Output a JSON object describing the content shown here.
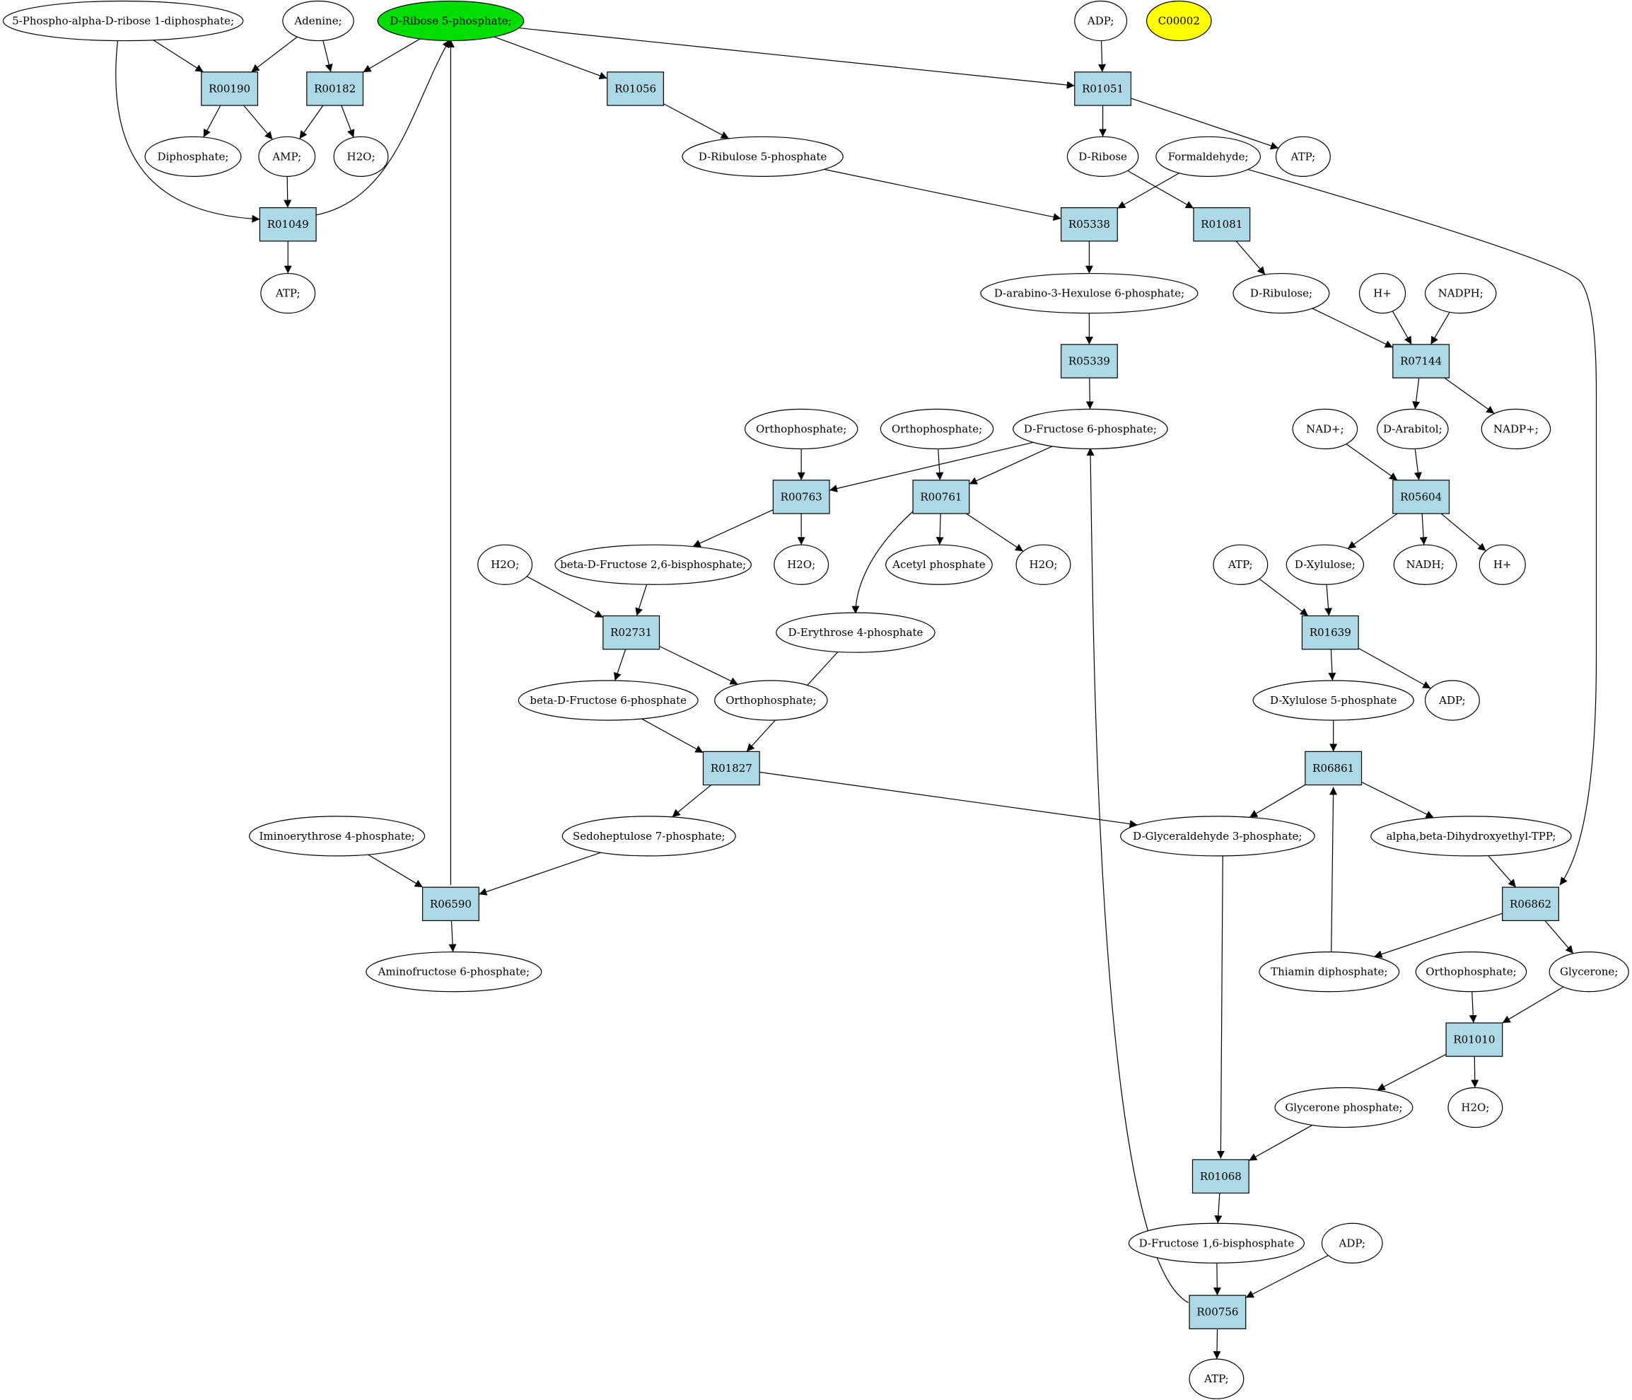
{
  "colors": {
    "highlight": "#00dd00",
    "query": "#ffff00",
    "reaction_fill": "#add8e6",
    "molecule_fill": "#ffffff"
  },
  "molecules": [
    {
      "id": "m_prpp",
      "label": "5-Phospho-alpha-D-ribose 1-diphosphate;"
    },
    {
      "id": "m_adenine",
      "label": "Adenine;"
    },
    {
      "id": "m_r5p",
      "label": "D-Ribose 5-phosphate;",
      "style": "highlight"
    },
    {
      "id": "m_adp1",
      "label": "ADP;"
    },
    {
      "id": "m_c00002",
      "label": "C00002",
      "style": "query"
    },
    {
      "id": "m_diphos",
      "label": "Diphosphate;"
    },
    {
      "id": "m_amp",
      "label": "AMP;"
    },
    {
      "id": "m_h2o1",
      "label": "H2O;"
    },
    {
      "id": "m_ru5p",
      "label": "D-Ribulose 5-phosphate"
    },
    {
      "id": "m_dribose",
      "label": "D-Ribose"
    },
    {
      "id": "m_formald",
      "label": "Formaldehyde;"
    },
    {
      "id": "m_atp1",
      "label": "ATP;"
    },
    {
      "id": "m_atp2",
      "label": "ATP;"
    },
    {
      "id": "m_hexulose",
      "label": "D-arabino-3-Hexulose 6-phosphate;"
    },
    {
      "id": "m_ribulose",
      "label": "D-Ribulose;"
    },
    {
      "id": "m_hplus1",
      "label": "H+"
    },
    {
      "id": "m_nadph",
      "label": "NADPH;"
    },
    {
      "id": "m_orthoA",
      "label": "Orthophosphate;"
    },
    {
      "id": "m_orthoB",
      "label": "Orthophosphate;"
    },
    {
      "id": "m_f6p",
      "label": "D-Fructose 6-phosphate;"
    },
    {
      "id": "m_nadplus",
      "label": "NAD+;"
    },
    {
      "id": "m_arabitol",
      "label": "D-Arabitol;"
    },
    {
      "id": "m_nadpplus",
      "label": "NADP+;"
    },
    {
      "id": "m_h2o2",
      "label": "H2O;"
    },
    {
      "id": "m_bf26",
      "label": "beta-D-Fructose 2,6-bisphosphate;"
    },
    {
      "id": "m_h2o3",
      "label": "H2O;"
    },
    {
      "id": "m_acetylp",
      "label": "Acetyl phosphate"
    },
    {
      "id": "m_h2o4",
      "label": "H2O;"
    },
    {
      "id": "m_atp3",
      "label": "ATP;"
    },
    {
      "id": "m_xylulose",
      "label": "D-Xylulose;"
    },
    {
      "id": "m_nadh",
      "label": "NADH;"
    },
    {
      "id": "m_hplus2",
      "label": "H+"
    },
    {
      "id": "m_e4p",
      "label": "D-Erythrose 4-phosphate"
    },
    {
      "id": "m_bf6p",
      "label": "beta-D-Fructose 6-phosphate"
    },
    {
      "id": "m_orthoC",
      "label": "Orthophosphate;"
    },
    {
      "id": "m_x5p",
      "label": "D-Xylulose 5-phosphate"
    },
    {
      "id": "m_adp2",
      "label": "ADP;"
    },
    {
      "id": "m_imino",
      "label": "Iminoerythrose 4-phosphate;"
    },
    {
      "id": "m_s7p",
      "label": "Sedoheptulose 7-phosphate;"
    },
    {
      "id": "m_g3p",
      "label": "D-Glyceraldehyde 3-phosphate;"
    },
    {
      "id": "m_adhtpp",
      "label": "alpha,beta-Dihydroxyethyl-TPP;"
    },
    {
      "id": "m_aminof6p",
      "label": "Aminofructose 6-phosphate;"
    },
    {
      "id": "m_tpp",
      "label": "Thiamin diphosphate;"
    },
    {
      "id": "m_orthoD",
      "label": "Orthophosphate;"
    },
    {
      "id": "m_glycerone",
      "label": "Glycerone;"
    },
    {
      "id": "m_dhap",
      "label": "Glycerone phosphate;"
    },
    {
      "id": "m_h2o5",
      "label": "H2O;"
    },
    {
      "id": "m_fbp",
      "label": "D-Fructose 1,6-bisphosphate"
    },
    {
      "id": "m_adp3",
      "label": "ADP;"
    },
    {
      "id": "m_atp4",
      "label": "ATP;"
    }
  ],
  "reactions": [
    {
      "id": "r_R00190",
      "label": "R00190"
    },
    {
      "id": "r_R00182",
      "label": "R00182"
    },
    {
      "id": "r_R01056",
      "label": "R01056"
    },
    {
      "id": "r_R01051",
      "label": "R01051"
    },
    {
      "id": "r_R01049",
      "label": "R01049"
    },
    {
      "id": "r_R05338",
      "label": "R05338"
    },
    {
      "id": "r_R01081",
      "label": "R01081"
    },
    {
      "id": "r_R05339",
      "label": "R05339"
    },
    {
      "id": "r_R07144",
      "label": "R07144"
    },
    {
      "id": "r_R00763",
      "label": "R00763"
    },
    {
      "id": "r_R00761",
      "label": "R00761"
    },
    {
      "id": "r_R05604",
      "label": "R05604"
    },
    {
      "id": "r_R02731",
      "label": "R02731"
    },
    {
      "id": "r_R01639",
      "label": "R01639"
    },
    {
      "id": "r_R01827",
      "label": "R01827"
    },
    {
      "id": "r_R06861",
      "label": "R06861"
    },
    {
      "id": "r_R06590",
      "label": "R06590"
    },
    {
      "id": "r_R06862",
      "label": "R06862"
    },
    {
      "id": "r_R01010",
      "label": "R01010"
    },
    {
      "id": "r_R01068",
      "label": "R01068"
    },
    {
      "id": "r_R00756",
      "label": "R00756"
    }
  ],
  "edges": [
    [
      "m_prpp",
      "r_R00190"
    ],
    [
      "m_adenine",
      "r_R00190"
    ],
    [
      "m_adenine",
      "r_R00182"
    ],
    [
      "m_r5p",
      "r_R00182"
    ],
    [
      "m_r5p",
      "r_R01056"
    ],
    [
      "m_r5p",
      "r_R01051"
    ],
    [
      "m_adp1",
      "r_R01051"
    ],
    [
      "r_R00190",
      "m_diphos"
    ],
    [
      "r_R00190",
      "m_amp"
    ],
    [
      "r_R00182",
      "m_amp"
    ],
    [
      "r_R00182",
      "m_h2o1"
    ],
    [
      "m_amp",
      "r_R01049"
    ],
    [
      "m_prpp",
      "r_R01049"
    ],
    [
      "r_R01049",
      "m_r5p"
    ],
    [
      "r_R01049",
      "m_atp2"
    ],
    [
      "r_R01056",
      "m_ru5p"
    ],
    [
      "r_R01051",
      "m_dribose"
    ],
    [
      "r_R01051",
      "m_atp1"
    ],
    [
      "m_ru5p",
      "r_R05338"
    ],
    [
      "m_formald",
      "r_R05338"
    ],
    [
      "m_dribose",
      "r_R01081"
    ],
    [
      "m_formald",
      "r_R06862"
    ],
    [
      "r_R05338",
      "m_hexulose"
    ],
    [
      "r_R01081",
      "m_ribulose"
    ],
    [
      "m_hexulose",
      "r_R05339"
    ],
    [
      "r_R05339",
      "m_f6p"
    ],
    [
      "m_ribulose",
      "r_R07144"
    ],
    [
      "m_hplus1",
      "r_R07144"
    ],
    [
      "m_nadph",
      "r_R07144"
    ],
    [
      "r_R07144",
      "m_arabitol"
    ],
    [
      "r_R07144",
      "m_nadpplus"
    ],
    [
      "m_orthoA",
      "r_R00763"
    ],
    [
      "m_f6p",
      "r_R00763"
    ],
    [
      "m_orthoB",
      "r_R00761"
    ],
    [
      "m_f6p",
      "r_R00761"
    ],
    [
      "m_nadplus",
      "r_R05604"
    ],
    [
      "m_arabitol",
      "r_R05604"
    ],
    [
      "r_R00763",
      "m_bf26"
    ],
    [
      "r_R00763",
      "m_h2o2"
    ],
    [
      "r_R00761",
      "m_acetylp"
    ],
    [
      "r_R00761",
      "m_h2o4"
    ],
    [
      "r_R00761",
      "m_e4p"
    ],
    [
      "r_R05604",
      "m_xylulose"
    ],
    [
      "r_R05604",
      "m_nadh"
    ],
    [
      "r_R05604",
      "m_hplus2"
    ],
    [
      "m_h2o3",
      "r_R02731"
    ],
    [
      "m_bf26",
      "r_R02731"
    ],
    [
      "m_atp3",
      "r_R01639"
    ],
    [
      "m_xylulose",
      "r_R01639"
    ],
    [
      "r_R02731",
      "m_bf6p"
    ],
    [
      "r_R02731",
      "m_orthoC"
    ],
    [
      "r_R01639",
      "m_x5p"
    ],
    [
      "r_R01639",
      "m_adp2"
    ],
    [
      "m_bf6p",
      "r_R01827"
    ],
    [
      "m_e4p",
      "r_R01827"
    ],
    [
      "m_x5p",
      "r_R06861"
    ],
    [
      "m_tpp",
      "r_R06861"
    ],
    [
      "r_R01827",
      "m_s7p"
    ],
    [
      "r_R01827",
      "m_g3p"
    ],
    [
      "r_R06861",
      "m_g3p"
    ],
    [
      "r_R06861",
      "m_adhtpp"
    ],
    [
      "m_imino",
      "r_R06590"
    ],
    [
      "m_s7p",
      "r_R06590"
    ],
    [
      "r_R06590",
      "m_r5p"
    ],
    [
      "r_R06590",
      "m_aminof6p"
    ],
    [
      "m_adhtpp",
      "r_R06862"
    ],
    [
      "r_R06862",
      "m_tpp"
    ],
    [
      "r_R06862",
      "m_glycerone"
    ],
    [
      "m_orthoD",
      "r_R01010"
    ],
    [
      "m_glycerone",
      "r_R01010"
    ],
    [
      "r_R01010",
      "m_dhap"
    ],
    [
      "r_R01010",
      "m_h2o5"
    ],
    [
      "m_g3p",
      "r_R01068"
    ],
    [
      "m_dhap",
      "r_R01068"
    ],
    [
      "r_R01068",
      "m_fbp"
    ],
    [
      "m_fbp",
      "r_R00756"
    ],
    [
      "m_adp3",
      "r_R00756"
    ],
    [
      "r_R00756",
      "m_atp4"
    ],
    [
      "r_R00756",
      "m_f6p"
    ]
  ]
}
